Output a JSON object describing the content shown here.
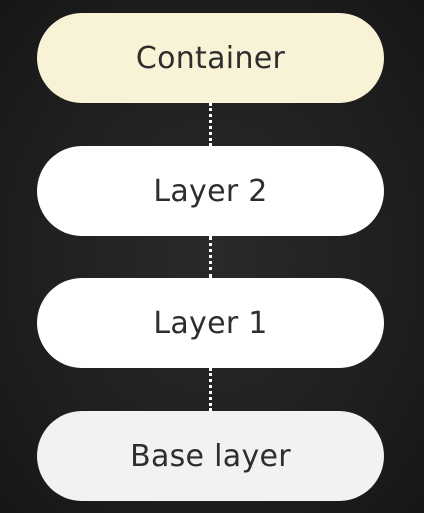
{
  "diagram": {
    "layers": [
      {
        "label": "Container",
        "color": "#f8f2d6"
      },
      {
        "label": "Layer 2",
        "color": "#ffffff"
      },
      {
        "label": "Layer 1",
        "color": "#ffffff"
      },
      {
        "label": "Base layer",
        "color": "#f2f2f2"
      }
    ],
    "connector_style": "dotted",
    "connector_color": "#ffffff",
    "background_color": "#1f1f1f"
  }
}
